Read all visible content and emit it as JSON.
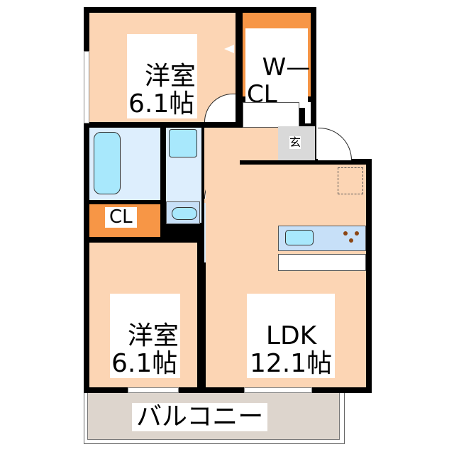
{
  "floorplan": {
    "rooms": [
      {
        "id": "western-room-1",
        "name": "洋室",
        "size": "6.1帖"
      },
      {
        "id": "walk-in-closet",
        "name": "W—",
        "name2": "CL"
      },
      {
        "id": "closet",
        "name": "CL"
      },
      {
        "id": "western-room-2",
        "name": "洋室",
        "size": "6.1帖"
      },
      {
        "id": "ldk",
        "name": "LDK",
        "size": "12.1帖"
      },
      {
        "id": "entrance",
        "name": "玄"
      },
      {
        "id": "balcony",
        "name": "バルコニー"
      }
    ]
  },
  "colors": {
    "room": "#fcd5b4",
    "closet": "#f79646",
    "wet": "#ddeefd",
    "fixture": "#a8e8fc",
    "entrance": "#d9d9d9",
    "balcony": "#ddd5cd",
    "wall": "#000000"
  }
}
